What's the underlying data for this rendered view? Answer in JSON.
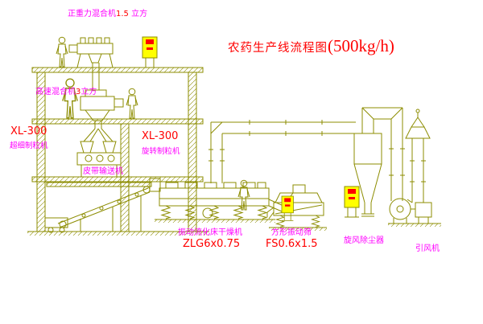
{
  "title": {
    "main": "农药生产线流程图",
    "capacity": "(500kg/h)"
  },
  "labels": {
    "gravity_mixer": {
      "name": "正重力混合机",
      "num": "1.5",
      "unit": "立方"
    },
    "high_speed_mixer": {
      "name": "高速混合机",
      "num": "3",
      "unit": "立方"
    },
    "granulator_left": {
      "model": "XL-300",
      "name": "超细制粒机"
    },
    "granulator_right": {
      "model": "XL-300",
      "name": "旋转制粒机"
    },
    "belt_conveyor": "皮带输送机",
    "dryer": {
      "name": "振动流化床干燥机",
      "model": "ZLG6x0.75"
    },
    "screen": {
      "name": "方形振动筛",
      "model": "FS0.6x1.5"
    },
    "cyclone": "旋风除尘器",
    "fan": "引风机"
  },
  "colors": {
    "line": "#8c8c00",
    "label_magenta": "#ff00ff",
    "label_red": "#ff0000",
    "cabinet_fill": "#ffff00",
    "background": "#ffffff"
  }
}
